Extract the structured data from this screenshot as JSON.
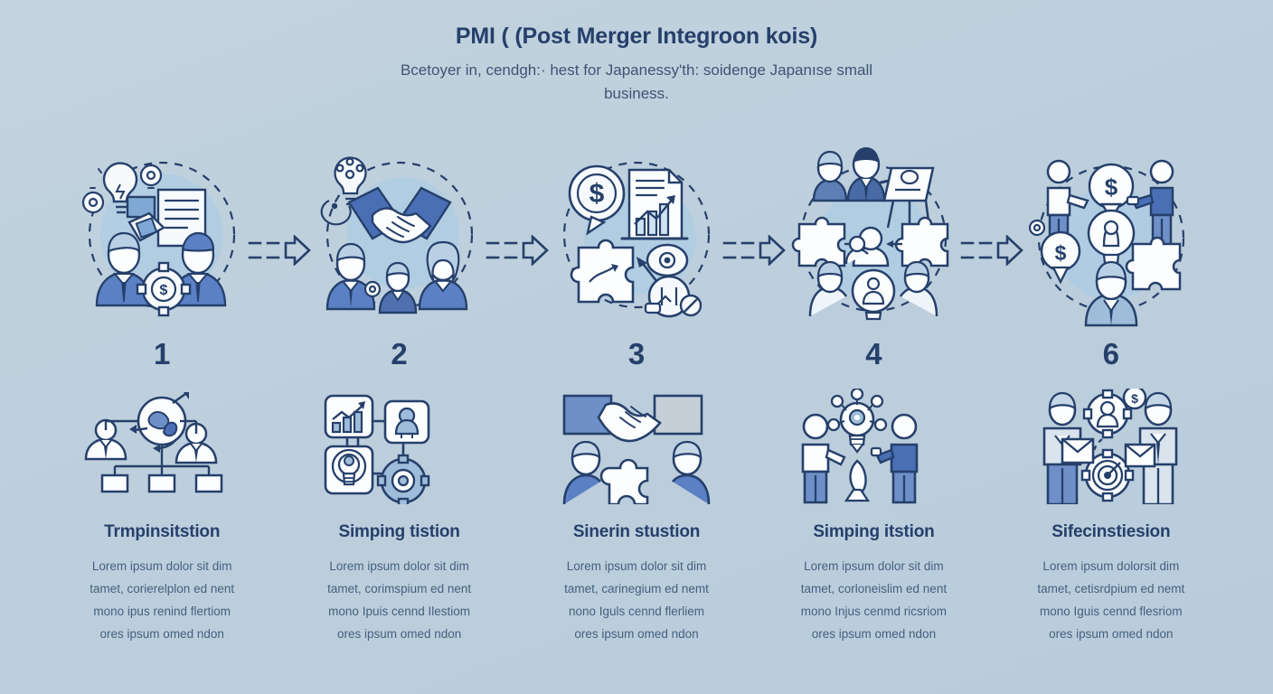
{
  "header": {
    "title": "PMI ( (Post Merger Integroon kois)",
    "subtitle": "Bcetoyer in, cendgh:· hest for Japanessy'th: soidenge Japanıse small business."
  },
  "steps": [
    {
      "number": "1",
      "art_name": "team-ideation-illustration",
      "icons": [
        "lightbulb-icon",
        "document-icon",
        "gear-dollar-icon",
        "businessperson-icon",
        "businessperson-icon"
      ]
    },
    {
      "number": "2",
      "art_name": "handshake-team-illustration",
      "icons": [
        "lightbulb-network-icon",
        "handshake-icon",
        "businessperson-icon",
        "businessperson-icon",
        "businesswoman-icon"
      ]
    },
    {
      "number": "3",
      "art_name": "financial-analysis-illustration",
      "icons": [
        "dollar-speech-bubble-icon",
        "chart-document-icon",
        "puzzle-piece-icon",
        "eye-icon",
        "magnifier-icon"
      ]
    },
    {
      "number": "4",
      "art_name": "collaboration-puzzle-illustration",
      "icons": [
        "presentation-board-icon",
        "puzzle-piece-icon",
        "puzzle-piece-icon",
        "people-group-icon",
        "lightbulb-icon"
      ]
    },
    {
      "number": "6",
      "art_name": "value-creation-illustration",
      "icons": [
        "dollar-bulb-icon",
        "lightbulb-icon",
        "dollar-bulb-icon",
        "puzzle-piece-icon",
        "person-icon",
        "person-icon"
      ]
    }
  ],
  "cards": [
    {
      "title": "Trmpinsitstion",
      "body": "Lorem ipsum dolor sit dim\ntamet, corierelplon ed nent\nmono ipus renind flertiom\nores ipsum omed ndon",
      "art_name": "org-chart-illustration"
    },
    {
      "title": "Simping tistion",
      "body": "Lorem ipsum dolor sit dim\ntamet, corimspium ed nent\nmono Ipuis cennd Ilestiom\nores ipsum omed ndon",
      "art_name": "connected-cards-illustration"
    },
    {
      "title": "Sinerin stustion",
      "body": "Lorem ipsum dolor sit dim\ntamet, carinegium ed nemt\nnono Iguls cennd flerliem\nores ipsum omed ndon",
      "art_name": "handshake-puzzle-illustration"
    },
    {
      "title": "Simping itstion",
      "body": "Lorem ipsum dolor sit dim\ntamet, corloneislim ed nent\nmono Injus cenmd ricsriom\nores ipsum omed ndon",
      "art_name": "idea-sharing-illustration"
    },
    {
      "title": "Sifecinstiesion",
      "body": "Lorem ipsum dolorsit dim\ntamet, cetisrdpium ed nemt\nmono Iguis cennd flesriom\nores ipsum omed ndon",
      "art_name": "gears-teamwork-illustration"
    }
  ],
  "connectors": [
    {
      "name": "arrow-1-to-2"
    },
    {
      "name": "arrow-2-to-3"
    },
    {
      "name": "arrow-3-to-4"
    },
    {
      "name": "arrow-4-to-5"
    }
  ],
  "colors": {
    "background": "#bed0dd",
    "ink": "#26406b",
    "body_text": "#45607e",
    "accent_blue": "#4a72b8",
    "light_blue": "#9fc4e0",
    "pale": "#f4f8fb"
  }
}
